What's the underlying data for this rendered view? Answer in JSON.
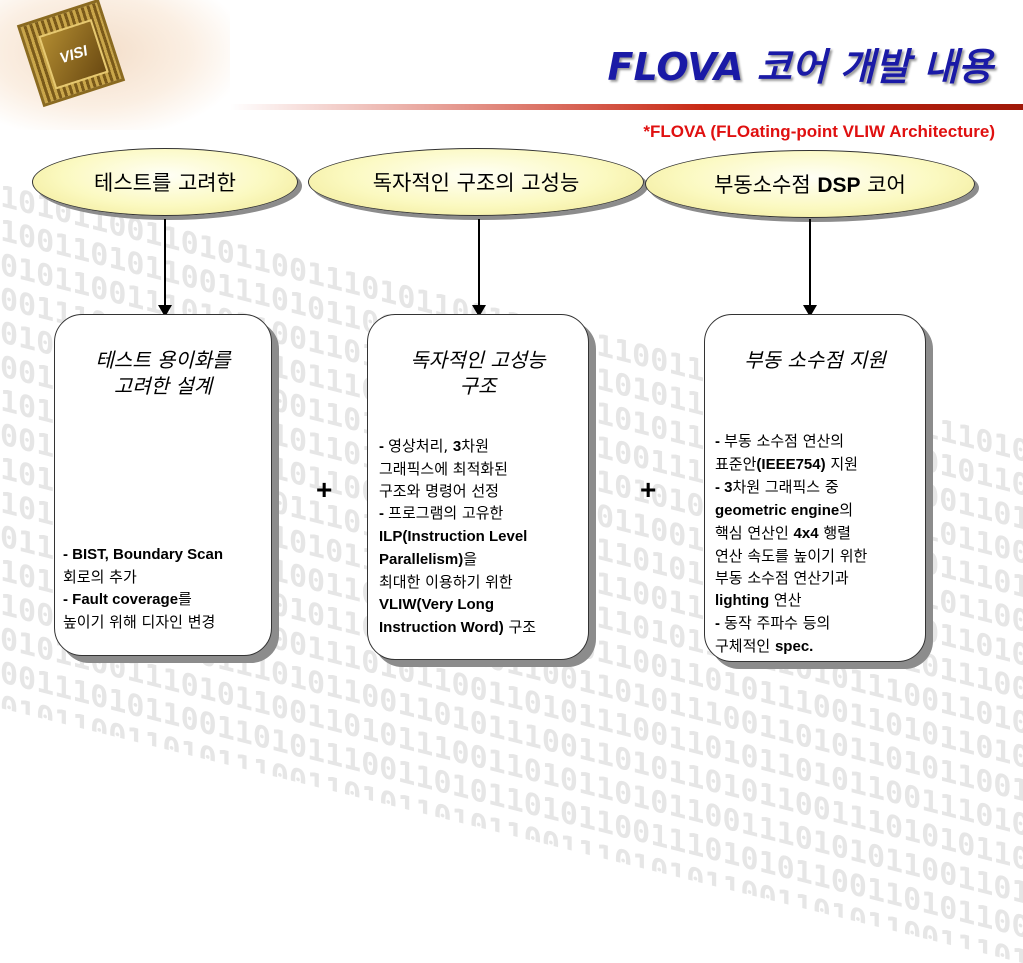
{
  "header": {
    "title": "FLOVA 코어 개발 내용",
    "subtitle": "*FLOVA (FLOating-point VLIW Architecture)",
    "logo_text": "VISI",
    "background_pattern": "1010110011010110011101011001101011100110101101011001110"
  },
  "ovals": [
    {
      "text": "테스트를 고려한"
    },
    {
      "text": "독자적인 구조의 고성능"
    },
    {
      "pre": "부동소수점 ",
      "bold": "DSP",
      "post": " 코어"
    }
  ],
  "cards": [
    {
      "title_lines": [
        "테스트 용이화를",
        "고려한 설계"
      ],
      "body": [
        [
          {
            "b": "- BIST, Boundary Scan"
          }
        ],
        [
          {
            "t": "회로의 추가"
          }
        ],
        [
          {
            "b": "- Fault coverage"
          },
          {
            "t": "를"
          }
        ],
        [
          {
            "t": "높이기 위해 디자인 변경"
          }
        ]
      ]
    },
    {
      "title_lines": [
        "독자적인 고성능",
        "구조"
      ],
      "body": [
        [
          {
            "b": "- "
          },
          {
            "t": "영상처리, "
          },
          {
            "b": "3"
          },
          {
            "t": "차원"
          }
        ],
        [
          {
            "t": "그래픽스에 최적화된"
          }
        ],
        [
          {
            "t": "구조와 명령어 선정"
          }
        ],
        [
          {
            "b": "- "
          },
          {
            "t": "프로그램의 고유한"
          }
        ],
        [
          {
            "b": "ILP(Instruction Level"
          }
        ],
        [
          {
            "b": "Parallelism)"
          },
          {
            "t": "을"
          }
        ],
        [
          {
            "t": "최대한 이용하기 위한"
          }
        ],
        [
          {
            "b": "VLIW(Very Long"
          }
        ],
        [
          {
            "b": "Instruction Word)"
          },
          {
            "t": " 구조"
          }
        ]
      ]
    },
    {
      "title_lines": [
        "부동 소수점 지원"
      ],
      "body": [
        [
          {
            "b": "- "
          },
          {
            "t": "부동 소수점 연산의"
          }
        ],
        [
          {
            "t": "표준안"
          },
          {
            "b": "(IEEE754)"
          },
          {
            "t": " 지원"
          }
        ],
        [
          {
            "b": "- 3"
          },
          {
            "t": "차원 그래픽스 중"
          }
        ],
        [
          {
            "b": "geometric engine"
          },
          {
            "t": "의"
          }
        ],
        [
          {
            "t": "핵심 연산인 "
          },
          {
            "b": "4x4"
          },
          {
            "t": " 행렬"
          }
        ],
        [
          {
            "t": "연산 속도를 높이기 위한"
          }
        ],
        [
          {
            "t": "부동 소수점 연산기과"
          }
        ],
        [
          {
            "b": "lighting"
          },
          {
            "t": " 연산"
          }
        ],
        [
          {
            "b": "- "
          },
          {
            "t": "동작 주파수 등의"
          }
        ],
        [
          {
            "t": "구체적인 "
          },
          {
            "b": "spec."
          }
        ]
      ]
    }
  ],
  "plus_signs": [
    "+",
    "+"
  ]
}
